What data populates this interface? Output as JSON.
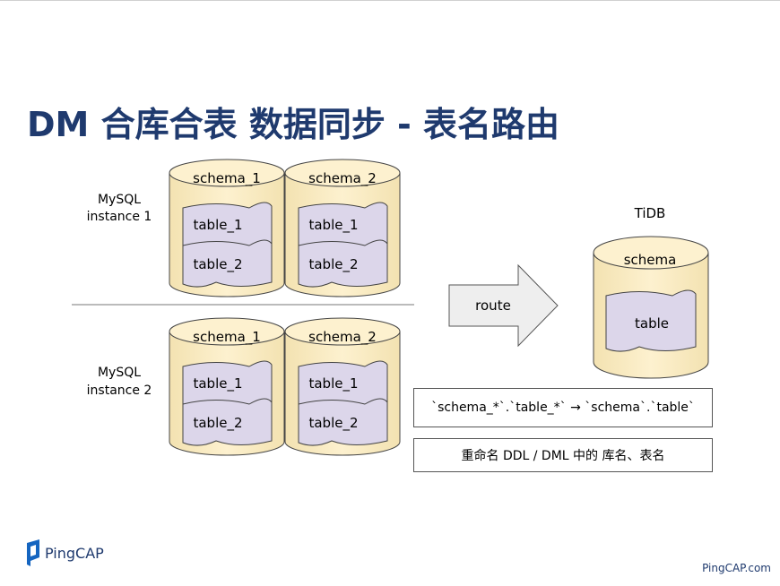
{
  "title": "DM 合库合表 数据同步 - 表名路由",
  "instances": [
    {
      "label_line1": "MySQL",
      "label_line2": "instance 1",
      "schemas": [
        {
          "name": "schema_1",
          "tables": [
            "table_1",
            "table_2"
          ]
        },
        {
          "name": "schema_2",
          "tables": [
            "table_1",
            "table_2"
          ]
        }
      ]
    },
    {
      "label_line1": "MySQL",
      "label_line2": "instance 2",
      "schemas": [
        {
          "name": "schema_1",
          "tables": [
            "table_1",
            "table_2"
          ]
        },
        {
          "name": "schema_2",
          "tables": [
            "table_1",
            "table_2"
          ]
        }
      ]
    }
  ],
  "route_label": "route",
  "target": {
    "label": "TiDB",
    "schema": "schema",
    "table": "table"
  },
  "rule_text": "`schema_*`.`table_*` → `schema`.`table`",
  "description_text": "重命名 DDL / DML 中的 库名、表名",
  "footer": {
    "logo_text": "PingCAP",
    "site": "PingCAP.com"
  },
  "colors": {
    "title": "#1f3a6e",
    "cylinder_fill": "#fdf1cf",
    "table_fill": "#dcd6ea",
    "arrow_fill": "#eeeeee"
  }
}
